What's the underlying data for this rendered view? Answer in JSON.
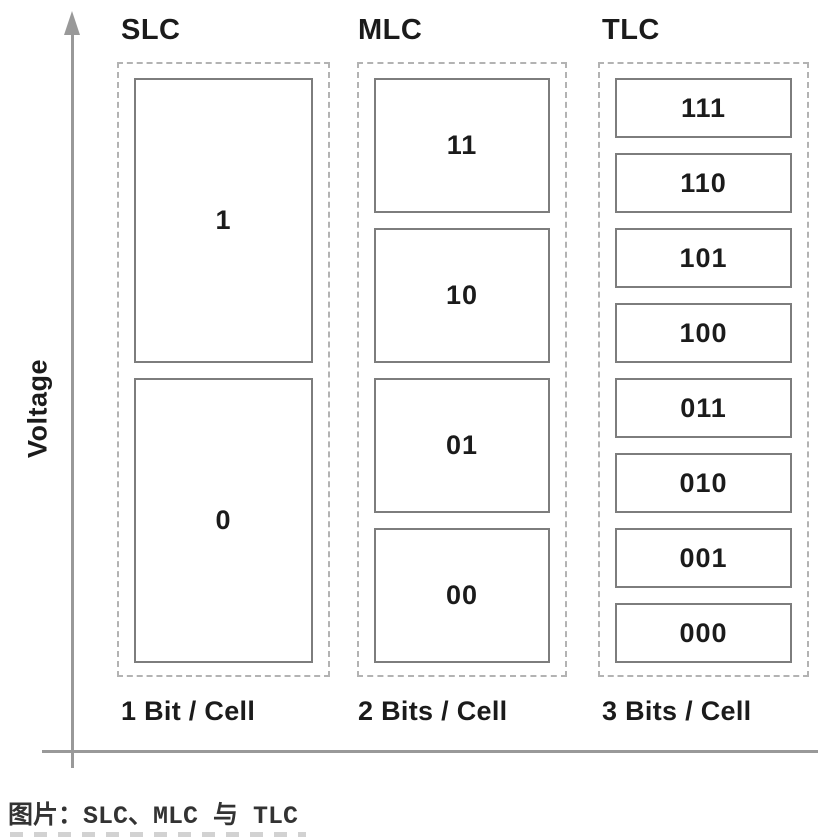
{
  "axes": {
    "y_label": "Voltage"
  },
  "columns": [
    {
      "header": "SLC",
      "footer": "1 Bit / Cell",
      "cells": [
        "1",
        "0"
      ]
    },
    {
      "header": "MLC",
      "footer": "2 Bits / Cell",
      "cells": [
        "11",
        "10",
        "01",
        "00"
      ]
    },
    {
      "header": "TLC",
      "footer": "3 Bits / Cell",
      "cells": [
        "111",
        "110",
        "101",
        "100",
        "011",
        "010",
        "001",
        "000"
      ]
    }
  ],
  "caption": {
    "prefix": "图片：",
    "text": "SLC、MLC 与 TLC"
  },
  "colors": {
    "axis": "#999999",
    "box-border": "#7d7d7d",
    "dashed-border": "#b3b3b3",
    "text": "#1b1b1b",
    "caption": "#333333"
  }
}
